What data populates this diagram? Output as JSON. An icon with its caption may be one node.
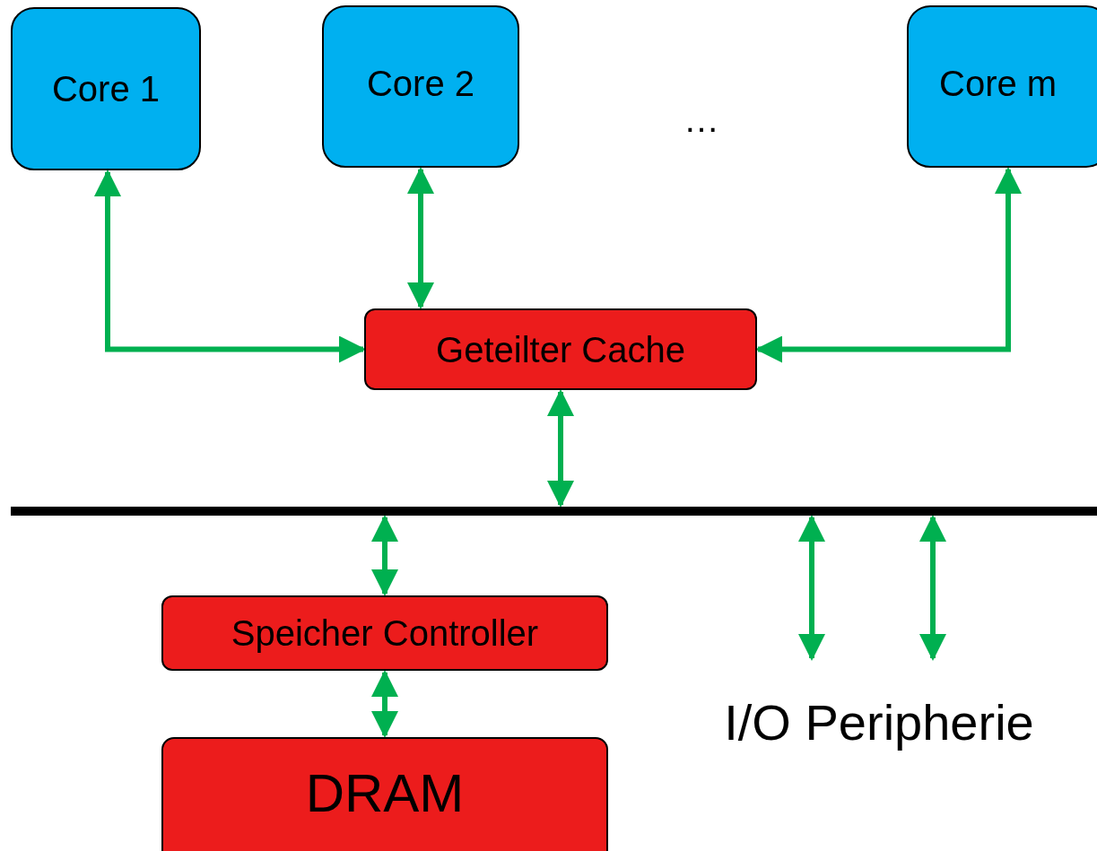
{
  "diagram": {
    "nodes": [
      {
        "text": [
          "Core 1"
        ]
      },
      {
        "text": [
          "Core 2"
        ]
      },
      {
        "text": [
          "Core m"
        ]
      },
      {
        "text": [
          "Geteilter Cache"
        ]
      },
      {
        "text": [],
        "shape": "bar"
      },
      {
        "text": [
          "Speicher Controller"
        ]
      },
      {
        "text": [
          "DRAM"
        ]
      },
      {
        "text": [
          "I/O Peripherie"
        ]
      }
    ],
    "edges": [
      {
        "from": 0,
        "to": 3,
        "arrow": "both"
      },
      {
        "from": 1,
        "to": 3,
        "arrow": "both"
      },
      {
        "from": 2,
        "to": 3,
        "arrow": "both"
      },
      {
        "from": 3,
        "to": 4,
        "arrow": "both"
      },
      {
        "from": 4,
        "to": 5,
        "arrow": "both"
      },
      {
        "from": 5,
        "to": 6,
        "arrow": "both"
      },
      {
        "from": 4,
        "to": 7,
        "arrow": "both"
      },
      {
        "from": 4,
        "to": 7,
        "arrow": "both"
      }
    ],
    "labels": [
      "…"
    ]
  }
}
